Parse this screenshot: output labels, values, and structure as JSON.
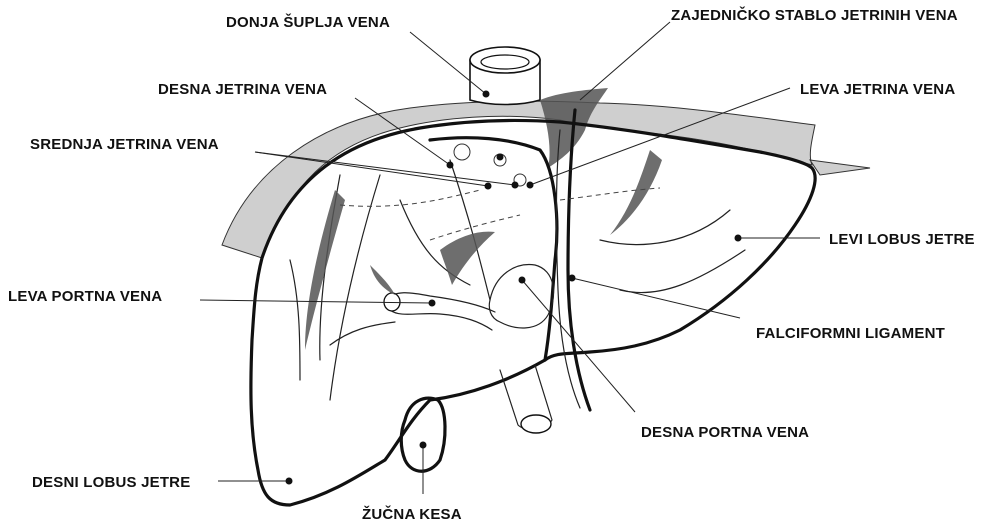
{
  "labels": {
    "donja_suplja_vena": "DONJA ŠUPLJA VENA",
    "zajednicko_stablo": "ZAJEDNIČKO STABLO JETRINIH VENA",
    "desna_jetrina_vena": "DESNA JETRINA VENA",
    "leva_jetrina_vena": "LEVA JETRINA VENA",
    "srednja_jetrina_vena": "SREDNJA JETRINA VENA",
    "levi_lobus_jetre": "LEVI LOBUS JETRE",
    "leva_portna_vena": "LEVA PORTNA VENA",
    "falciformni_ligament": "FALCIFORMNI LIGAMENT",
    "desna_portna_vena": "DESNA PORTNA VENA",
    "desni_lobus_jetre": "DESNI LOBUS JETRE",
    "zucna_kesa": "ŽUČNA KESA"
  },
  "colors": {
    "ink": "#111111",
    "background": "#ffffff",
    "shading": "#555555"
  }
}
